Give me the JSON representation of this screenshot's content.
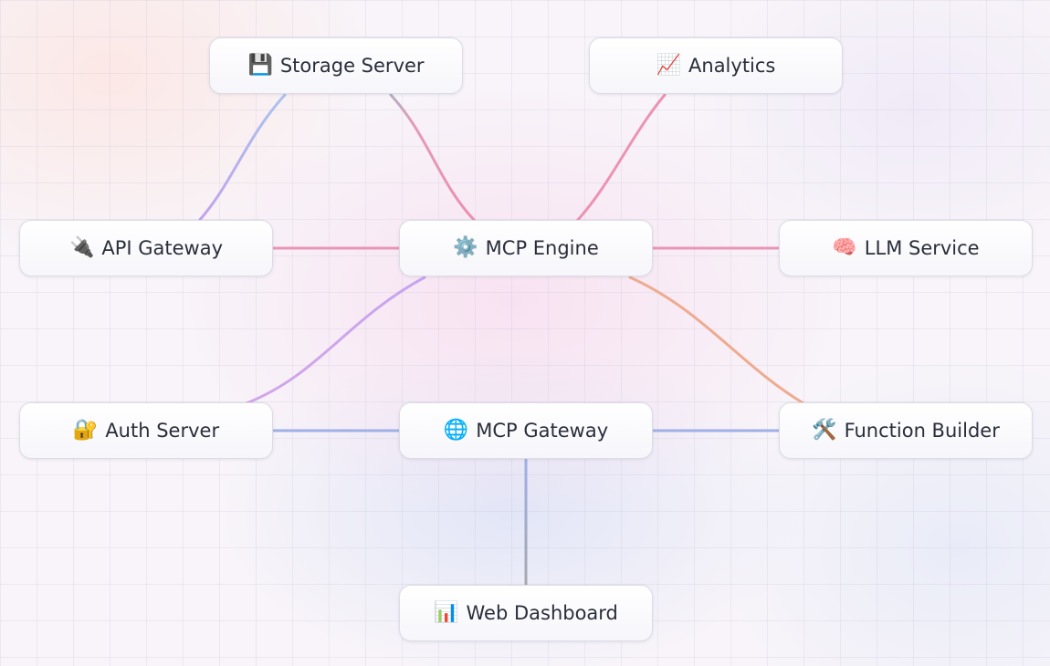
{
  "nodes": {
    "storage": {
      "label": "Storage Server",
      "icon": "floppy-disk-icon",
      "glyph": "💾"
    },
    "analytics": {
      "label": "Analytics",
      "icon": "chart-increasing-icon",
      "glyph": "📈"
    },
    "api": {
      "label": "API Gateway",
      "icon": "electric-plug-icon",
      "glyph": "🔌"
    },
    "engine": {
      "label": "MCP Engine",
      "icon": "gear-icon",
      "glyph": "⚙️"
    },
    "llm": {
      "label": "LLM Service",
      "icon": "brain-icon",
      "glyph": "🧠"
    },
    "auth": {
      "label": "Auth Server",
      "icon": "locked-with-key-icon",
      "glyph": "🔐"
    },
    "gateway": {
      "label": "MCP Gateway",
      "icon": "globe-icon",
      "glyph": "🌐"
    },
    "function": {
      "label": "Function Builder",
      "icon": "hammer-and-wrench-icon",
      "glyph": "🛠️"
    },
    "dashboard": {
      "label": "Web Dashboard",
      "icon": "bar-chart-icon",
      "glyph": "📊"
    }
  },
  "edges": [
    {
      "from": "storage",
      "to": "api",
      "color": "#b9a6ef"
    },
    {
      "from": "storage",
      "to": "engine",
      "color": "#e69ab7"
    },
    {
      "from": "analytics",
      "to": "engine",
      "color": "#ec93b2"
    },
    {
      "from": "api",
      "to": "engine",
      "color": "#e895b6"
    },
    {
      "from": "engine",
      "to": "llm",
      "color": "#e895b6"
    },
    {
      "from": "engine",
      "to": "auth",
      "color": "#c8a8ee"
    },
    {
      "from": "engine",
      "to": "function",
      "color": "#efab90"
    },
    {
      "from": "auth",
      "to": "gateway",
      "color": "#9fb0e6"
    },
    {
      "from": "gateway",
      "to": "function",
      "color": "#9fb0e6"
    },
    {
      "from": "gateway",
      "to": "dashboard",
      "color": "#9aa3b3"
    }
  ]
}
